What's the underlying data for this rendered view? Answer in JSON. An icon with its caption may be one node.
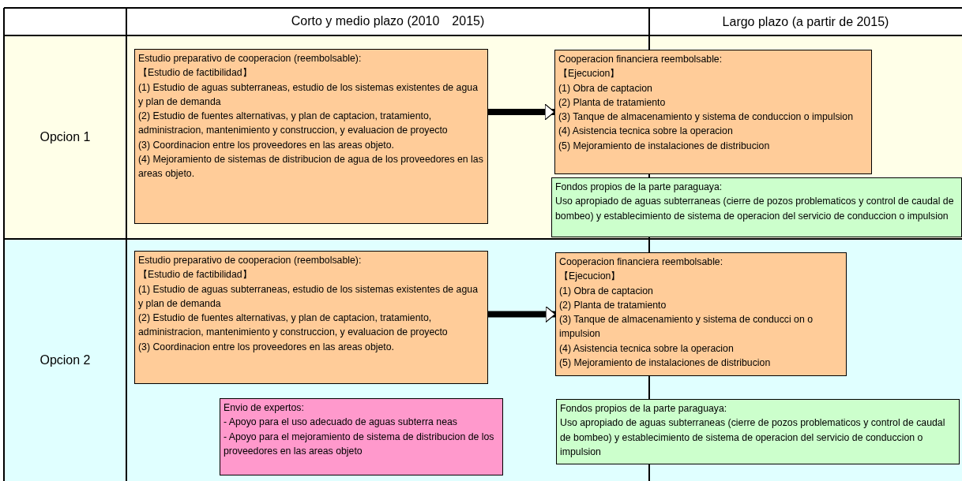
{
  "diagram": {
    "nodes": [
      {
        "text": [
          "Estudio preparativo de cooperacion (reembolsable):",
          "【Estudio de factibilidad】",
          "(1) Estudio de aguas subterraneas, estudio de los sistemas existentes de agua y plan de demanda",
          "(2) Estudio de fuentes alternativas, y plan de captacion, tratamiento, administracion, mantenimiento y construccion, y evaluacion de proyecto",
          "(3) Coordinacion entre los proveedores en las areas objeto.",
          "(4) Mejoramiento de sistemas de distribucion de agua de los proveedores en las areas objeto."
        ]
      },
      {
        "text": [
          "Cooperacion financiera reembolsable:",
          "【Ejecucion】",
          "(1) Obra de captacion",
          "(2) Planta de tratamiento",
          "(3) Tanque de almacenamiento y sistema de conduccion o impulsion",
          "(4) Asistencia tecnica sobre la operacion",
          "(5) Mejoramiento de instalaciones de distribucion"
        ]
      },
      {
        "text": [
          "Fondos propios de la parte paraguaya:",
          "Uso apropiado de aguas subterraneas (cierre de pozos problematicos y control de caudal de bombeo) y establecimiento de sistema de operacion del servicio de conduccion o impulsion"
        ]
      },
      {
        "text": [
          "Estudio preparativo de cooperacion (reembolsable):",
          "【Estudio de factibilidad】",
          "(1) Estudio de aguas subterraneas, estudio de los sistemas existentes de agua y plan de demanda",
          "(2) Estudio de fuentes alternativas, y plan de captacion, tratamiento, administracion, mantenimiento y construccion, y evaluacion de proyecto",
          "(3) Coordinacion entre los proveedores en las areas objeto."
        ]
      },
      {
        "text": [
          "Envio de expertos:",
          "- Apoyo para el uso adecuado de aguas subterra neas",
          "- Apoyo para el mejoramiento de sistema de distribucion de los proveedores en las areas objeto"
        ]
      },
      {
        "text": [
          "Cooperacion financiera reembolsable:",
          "【Ejecucion】",
          "(1) Obra de captacion",
          "(2) Planta de tratamiento",
          "(3) Tanque de almacenamiento y sistema de conducci on o impulsion",
          "(4) Asistencia tecnica sobre la operacion",
          "(5) Mejoramiento de instalaciones de distribucion"
        ]
      },
      {
        "text": [
          "Fondos propios de la parte paraguaya:",
          "Uso apropiado de aguas subterraneas (cierre de pozos problematicos y control de caudal de bombeo) y establecimiento de sistema de operacion del servicio de conduccion o impulsion"
        ]
      }
    ],
    "edges": [
      {
        "from": 0,
        "to": 1,
        "arrow": "to"
      },
      {
        "from": 3,
        "to": 5,
        "arrow": "to"
      }
    ],
    "labels": [
      "Corto y medio plazo (2010　2015)",
      "Largo plazo (a partir de 2015)",
      "Opcion 1",
      "Opcion 2"
    ]
  }
}
